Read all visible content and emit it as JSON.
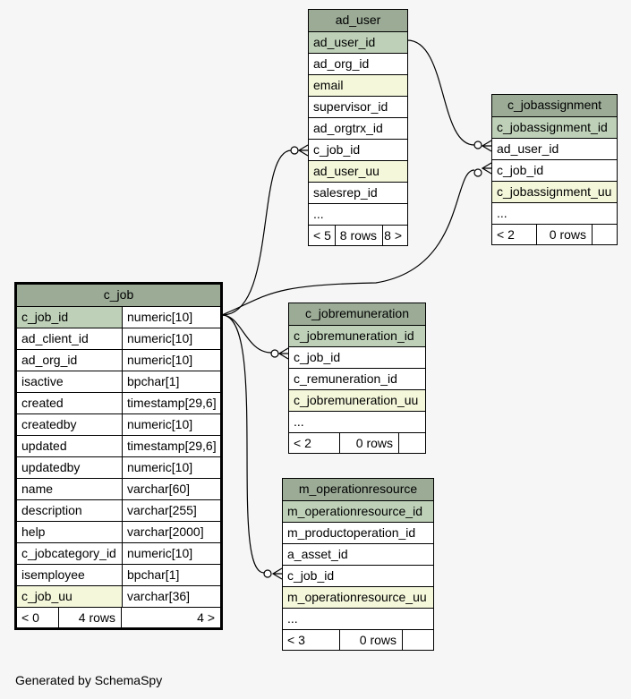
{
  "footer": "Generated by SchemaSpy",
  "colors": {
    "header": "#9bab96",
    "primary_key": "#bed1b8",
    "indexed": "#f4f7da",
    "background": "#f6f6f6"
  },
  "tables": {
    "ad_user": {
      "name": "ad_user",
      "columns": [
        {
          "name": "ad_user_id",
          "kind": "pk"
        },
        {
          "name": "ad_org_id",
          "kind": ""
        },
        {
          "name": "email",
          "kind": "idx"
        },
        {
          "name": "supervisor_id",
          "kind": ""
        },
        {
          "name": "ad_orgtrx_id",
          "kind": ""
        },
        {
          "name": "c_job_id",
          "kind": ""
        },
        {
          "name": "ad_user_uu",
          "kind": "idx"
        },
        {
          "name": "salesrep_id",
          "kind": ""
        },
        {
          "name": "...",
          "kind": ""
        }
      ],
      "parents": "< 5",
      "rows": "8 rows",
      "children": "8 >"
    },
    "c_jobassignment": {
      "name": "c_jobassignment",
      "columns": [
        {
          "name": "c_jobassignment_id",
          "kind": "pk"
        },
        {
          "name": "ad_user_id",
          "kind": ""
        },
        {
          "name": "c_job_id",
          "kind": ""
        },
        {
          "name": "c_jobassignment_uu",
          "kind": "idx"
        },
        {
          "name": "...",
          "kind": ""
        }
      ],
      "parents": "< 2",
      "rows": "0 rows",
      "children": ""
    },
    "c_job": {
      "name": "c_job",
      "columns": [
        {
          "name": "c_job_id",
          "type": "numeric[10]",
          "kind": "pk"
        },
        {
          "name": "ad_client_id",
          "type": "numeric[10]",
          "kind": ""
        },
        {
          "name": "ad_org_id",
          "type": "numeric[10]",
          "kind": ""
        },
        {
          "name": "isactive",
          "type": "bpchar[1]",
          "kind": ""
        },
        {
          "name": "created",
          "type": "timestamp[29,6]",
          "kind": ""
        },
        {
          "name": "createdby",
          "type": "numeric[10]",
          "kind": ""
        },
        {
          "name": "updated",
          "type": "timestamp[29,6]",
          "kind": ""
        },
        {
          "name": "updatedby",
          "type": "numeric[10]",
          "kind": ""
        },
        {
          "name": "name",
          "type": "varchar[60]",
          "kind": ""
        },
        {
          "name": "description",
          "type": "varchar[255]",
          "kind": ""
        },
        {
          "name": "help",
          "type": "varchar[2000]",
          "kind": ""
        },
        {
          "name": "c_jobcategory_id",
          "type": "numeric[10]",
          "kind": ""
        },
        {
          "name": "isemployee",
          "type": "bpchar[1]",
          "kind": ""
        },
        {
          "name": "c_job_uu",
          "type": "varchar[36]",
          "kind": "idx"
        }
      ],
      "parents": "< 0",
      "rows": "4 rows",
      "children": "4 >"
    },
    "c_jobremuneration": {
      "name": "c_jobremuneration",
      "columns": [
        {
          "name": "c_jobremuneration_id",
          "kind": "pk"
        },
        {
          "name": "c_job_id",
          "kind": ""
        },
        {
          "name": "c_remuneration_id",
          "kind": ""
        },
        {
          "name": "c_jobremuneration_uu",
          "kind": "idx"
        },
        {
          "name": "...",
          "kind": ""
        }
      ],
      "parents": "< 2",
      "rows": "0 rows",
      "children": ""
    },
    "m_operationresource": {
      "name": "m_operationresource",
      "columns": [
        {
          "name": "m_operationresource_id",
          "kind": "pk"
        },
        {
          "name": "m_productoperation_id",
          "kind": ""
        },
        {
          "name": "a_asset_id",
          "kind": ""
        },
        {
          "name": "c_job_id",
          "kind": ""
        },
        {
          "name": "m_operationresource_uu",
          "kind": "idx"
        },
        {
          "name": "...",
          "kind": ""
        }
      ],
      "parents": "< 3",
      "rows": "0 rows",
      "children": ""
    }
  }
}
